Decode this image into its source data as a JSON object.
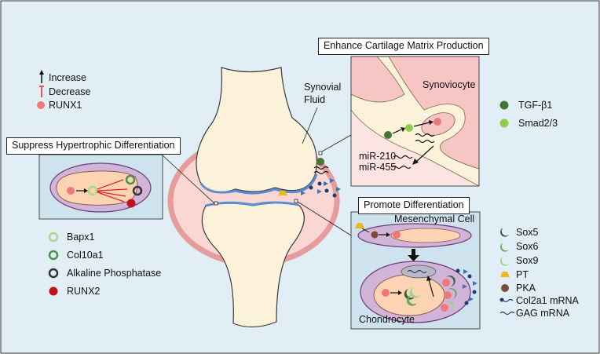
{
  "legend_top": {
    "increase": "Increase",
    "decrease": "Decrease",
    "runx1": "RUNX1"
  },
  "panels": {
    "suppress": "Suppress Hypertrophic Differentiation",
    "enhance": "Enhance Cartilage Matrix Production",
    "promote": "Promote Differentiation"
  },
  "labels": {
    "synovial_fluid": "Synovial\nFluid",
    "synoviocyte": "Synoviocyte",
    "mir210": "miR-210",
    "mir455": "miR-455",
    "mesenchymal_cell": "Mesenchymal Cell",
    "chondrocyte": "Chondrocyte"
  },
  "legend_right_top": {
    "tgfb1": "TGF-β1",
    "smad23": "Smad2/3"
  },
  "legend_left_bottom": {
    "bapx1": "Bapx1",
    "col10a1": "Col10a1",
    "alp": "Alkaline Phosphatase",
    "runx2": "RUNX2"
  },
  "legend_right_bottom": {
    "sox5": "Sox5",
    "sox6": "Sox6",
    "sox9": "Sox9",
    "pt": "PT",
    "pka": "PKA",
    "col2a1": "Col2a1 mRNA",
    "gag": "GAG mRNA"
  },
  "colors": {
    "background": "#e1eef6",
    "bone": "#fcf2d9",
    "joint_ring": "#e79c9c",
    "joint_fill": "#fbd7d4",
    "runx1": "#f07878",
    "tgf": "#3f7a2e",
    "smad": "#8dce4c",
    "runx2": "#c0141c",
    "pt": "#f0b61e",
    "pka": "#7a4a36",
    "cell_purple": "#d3b4d9",
    "nucleus": "#fcd4b4",
    "mrna": "#1f3a6e",
    "gag": "#4470b0"
  }
}
